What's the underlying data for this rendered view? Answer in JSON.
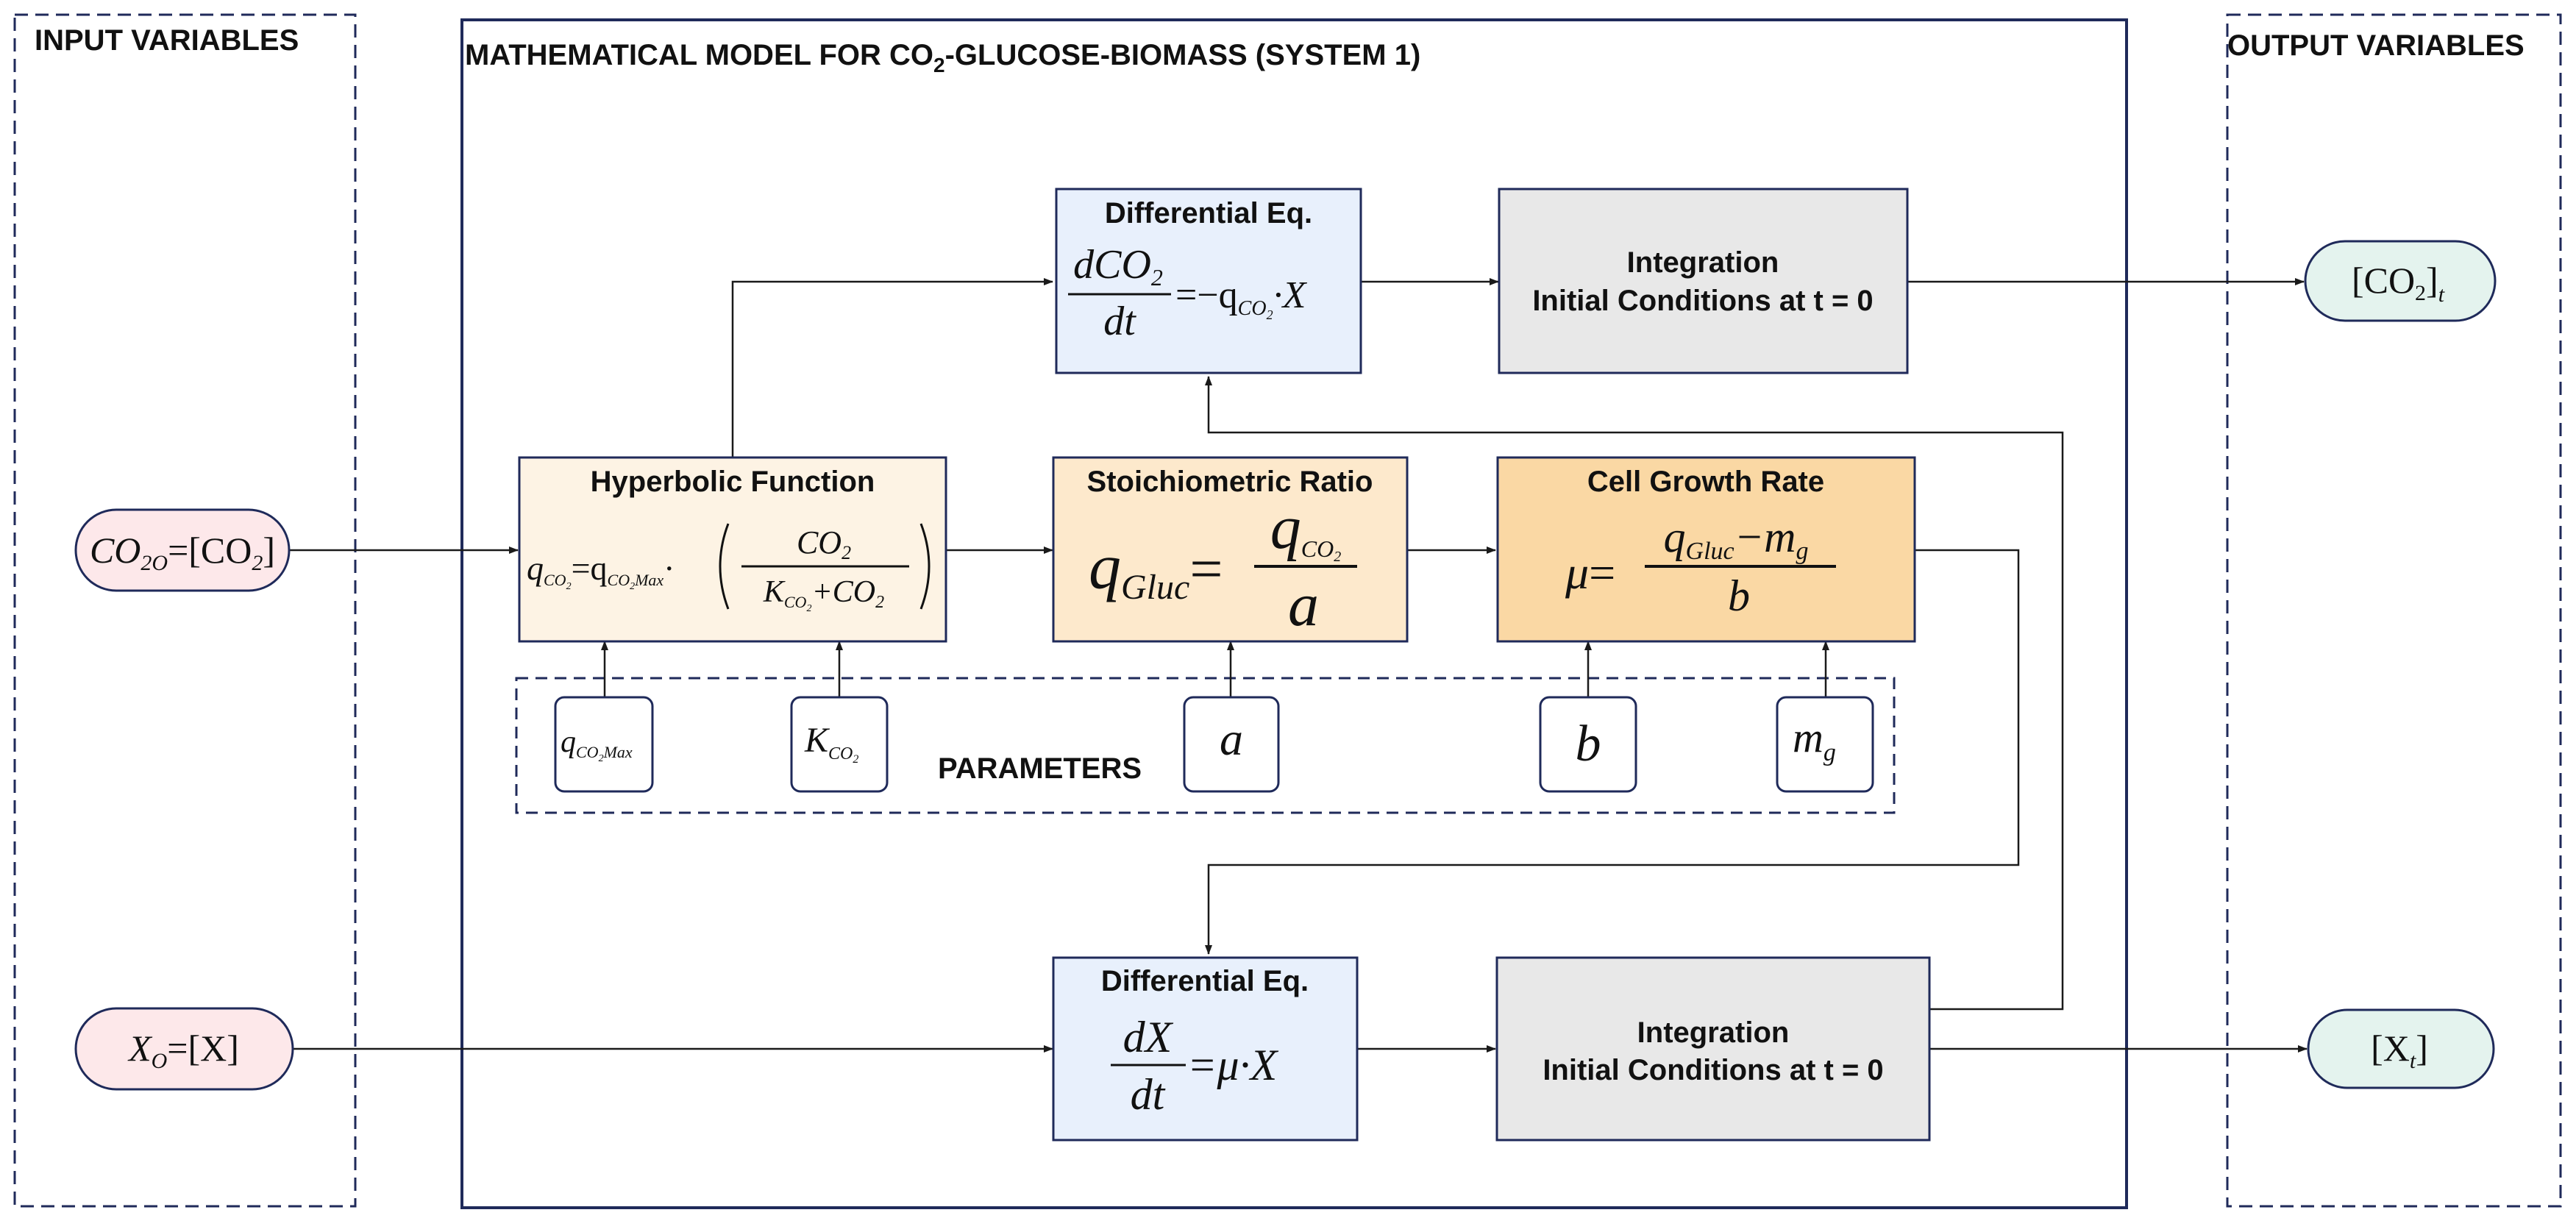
{
  "panels": {
    "input_title": "INPUT  VARIABLES",
    "model_title_pre": "MATHEMATICAL MODEL FOR CO",
    "model_title_sub": "2",
    "model_title_post": "-GLUCOSE-BIOMASS (SYSTEM 1)",
    "output_title": "OUTPUT  VARIABLES"
  },
  "inputs": {
    "co2_left": "CO",
    "co2_left_sub": "2O",
    "co2_right": "=[CO",
    "co2_right_sub": "2",
    "co2_close": "]",
    "x_left": "X",
    "x_left_sub": "O",
    "x_right": "=[X]"
  },
  "outputs": {
    "co2_open": "[CO",
    "co2_sub": "2",
    "co2_close": "]",
    "co2_t": "t",
    "x_open": "[X",
    "x_sub": "t",
    "x_close": "]"
  },
  "boxes": {
    "diff_co2": {
      "title": "Differential Eq.",
      "num": "dCO",
      "num_sub": "2",
      "den": "dt",
      "rhs": "=−q",
      "rhs_sub": "CO",
      "rhs_sub2": "2",
      "rhs_tail": "·X"
    },
    "integ_co2": {
      "line1": "Integration",
      "line2": "Initial Conditions at t = 0"
    },
    "hyperbolic": {
      "title": "Hyperbolic Function",
      "q": "q",
      "q_sub": "CO",
      "q_sub2": "2",
      "eq": "=q",
      "qmax_sub": "CO",
      "qmax_sub2": "2",
      "qmax_sub3": "Max",
      "dot": "·",
      "frac_num": "CO",
      "frac_num_sub": "2",
      "frac_den_k": "K",
      "frac_den_k_sub": "CO",
      "frac_den_k_sub2": "2",
      "frac_den_plus": "+CO",
      "frac_den_sub": "2"
    },
    "stoich": {
      "title": "Stoichiometric Ratio",
      "q": "q",
      "q_sub": "Gluc",
      "eq": "=",
      "num": "q",
      "num_sub": "CO",
      "num_sub2": "2",
      "den": "a"
    },
    "growth": {
      "title": "Cell Growth Rate",
      "mu": "μ",
      "eq": "=",
      "num_q": "q",
      "num_q_sub": "Gluc",
      "num_minus": "−m",
      "num_m_sub": "g",
      "den": "b"
    },
    "diff_x": {
      "title": "Differential Eq.",
      "num": "dX",
      "den": "dt",
      "rhs": "=μ·X"
    },
    "integ_x": {
      "line1": "Integration",
      "line2": "Initial Conditions at t = 0"
    }
  },
  "parameters": {
    "label": "PARAMETERS",
    "qmax": "q",
    "qmax_sub": "CO",
    "qmax_sub2": "2",
    "qmax_sub3": "Max",
    "k": "K",
    "k_sub": "CO",
    "k_sub2": "2",
    "a": "a",
    "b": "b",
    "mg": "m",
    "mg_sub": "g"
  },
  "colors": {
    "border": "#1f2a5a",
    "input_fill": "#fde8ea",
    "output_fill": "#e4f3ee",
    "diff_fill": "#e8f0fc",
    "integ_fill": "#e8e8e8",
    "hyperbolic_fill": "#fdf3e4",
    "stoich_fill": "#fde9cc",
    "growth_fill": "#fad8a4"
  }
}
